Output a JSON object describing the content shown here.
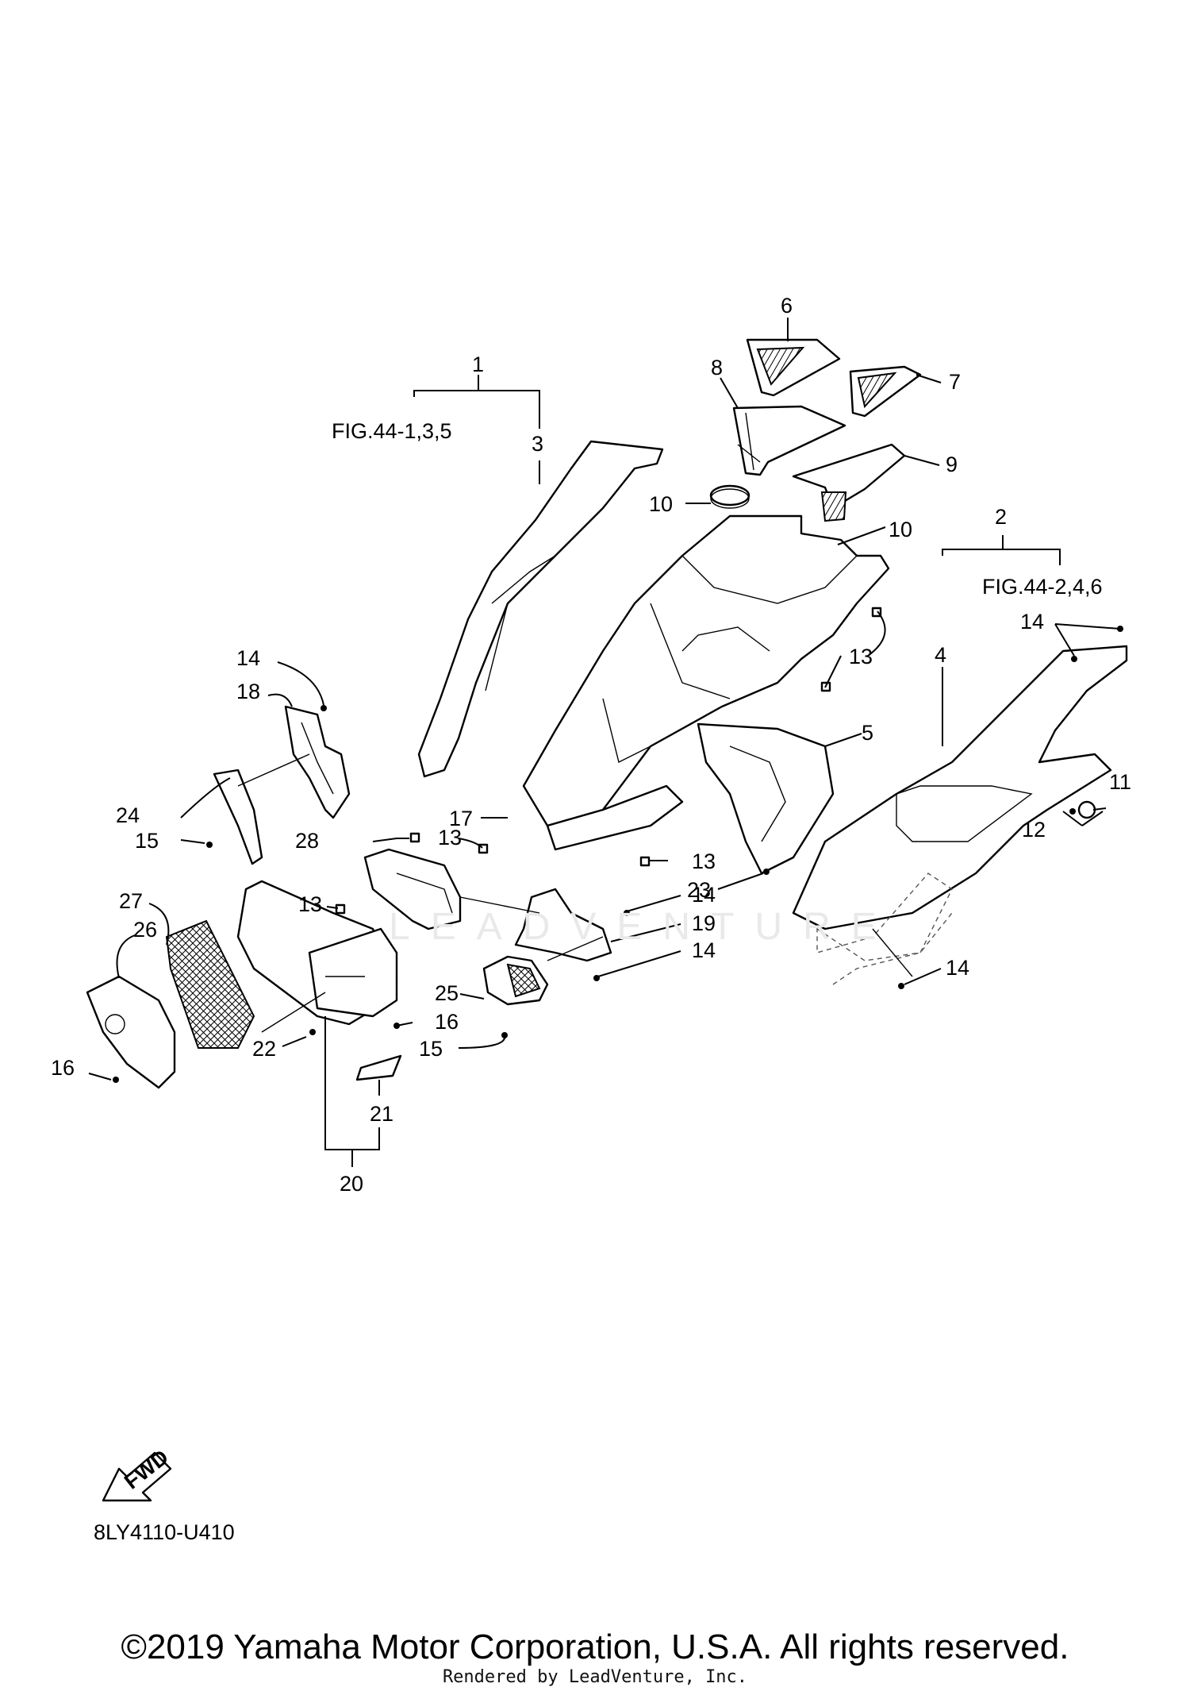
{
  "labels": {
    "c1": "1",
    "c2": "2",
    "c3": "3",
    "c4": "4",
    "c5": "5",
    "c6": "6",
    "c7": "7",
    "c8": "8",
    "c9": "9",
    "c10a": "10",
    "c10b": "10",
    "c11": "11",
    "c12": "12",
    "c13a": "13",
    "c13b": "13",
    "c13c": "13",
    "c13d": "13",
    "c14a": "14",
    "c14b": "14",
    "c14c": "14",
    "c14d": "14",
    "c14e": "14",
    "c15a": "15",
    "c15b": "15",
    "c16a": "16",
    "c16b": "16",
    "c17": "17",
    "c18": "18",
    "c19": "19",
    "c20": "20",
    "c21": "21",
    "c22": "22",
    "c23": "23",
    "c24": "24",
    "c25": "25",
    "c26": "26",
    "c27": "27",
    "c28": "28",
    "figref_left": "FIG.44-1,3,5",
    "figref_right": "FIG.44-2,4,6"
  },
  "fwd_label": "FWD",
  "diagram_code": "8LY4110-U410",
  "watermark": "LEADVENTURE",
  "copyright": "©2019 Yamaha Motor Corporation, U.S.A. All rights reserved.",
  "rendered_by": "Rendered by LeadVenture, Inc."
}
